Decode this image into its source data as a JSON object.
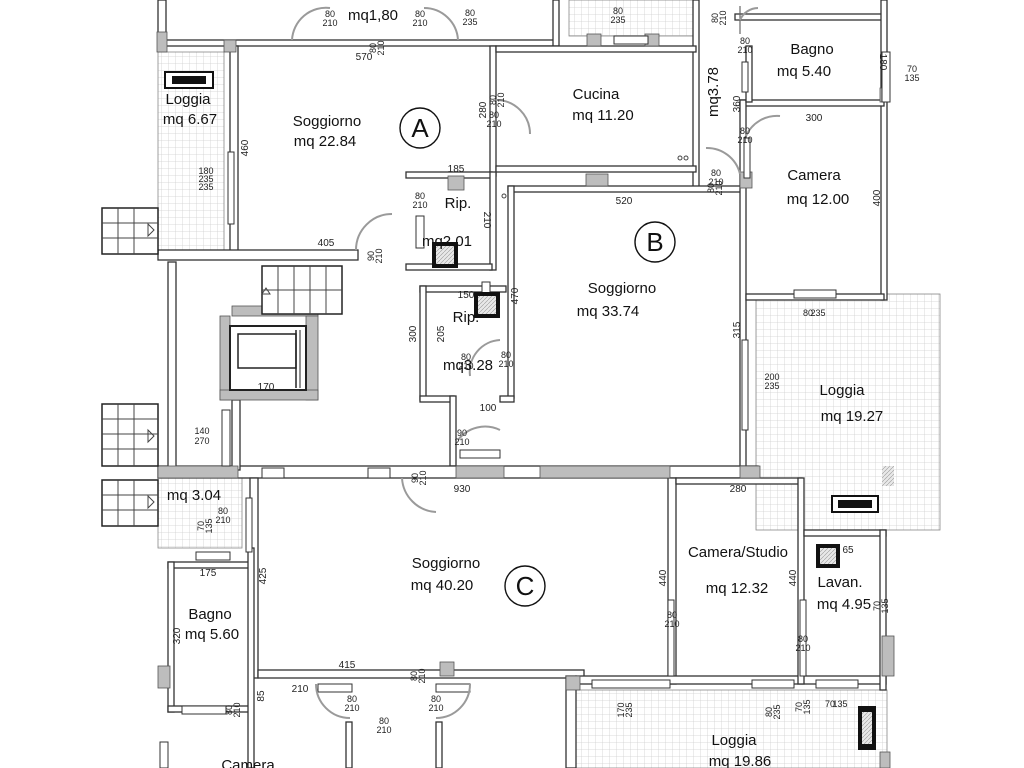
{
  "units": [
    "A",
    "B",
    "C"
  ],
  "rooms": [
    {
      "id": "r1",
      "name": "",
      "area": "mq1,80"
    },
    {
      "id": "r2",
      "name": "Loggia",
      "area": "mq 6.67"
    },
    {
      "id": "r3",
      "name": "Soggiorno",
      "area": "mq 22.84"
    },
    {
      "id": "r4",
      "name": "Cucina",
      "area": "mq 11.20"
    },
    {
      "id": "r5",
      "name": "Bagno",
      "area": "mq 5.40"
    },
    {
      "id": "r6",
      "name": "Camera",
      "area": "mq 12.00"
    },
    {
      "id": "r7",
      "name": "Rip.",
      "area": "mq2.01"
    },
    {
      "id": "r8",
      "name": "Soggiorno",
      "area": "mq 33.74"
    },
    {
      "id": "r9",
      "name": "Rip.",
      "area": "mq3.28"
    },
    {
      "id": "r10",
      "name": "Loggia",
      "area": "mq 19.27"
    },
    {
      "id": "r11",
      "name": "",
      "area": "mq 3.04"
    },
    {
      "id": "r12",
      "name": "Soggiorno",
      "area": "mq 40.20"
    },
    {
      "id": "r13",
      "name": "Camera/Studio",
      "area": "mq 12.32"
    },
    {
      "id": "r14",
      "name": "Lavan.",
      "area": "mq 4.95"
    },
    {
      "id": "r15",
      "name": "Bagno",
      "area": "mq 5.60"
    },
    {
      "id": "r16",
      "name": "Loggia",
      "area": "mq 19.86"
    },
    {
      "id": "r17",
      "name": "Camera",
      "area": ""
    }
  ],
  "corridor_label": "mq3.78",
  "dimensions": [
    "570",
    "280",
    "460",
    "405",
    "185",
    "210",
    "520",
    "470",
    "300",
    "205",
    "150",
    "170",
    "100",
    "140",
    "270",
    "930",
    "280",
    "440",
    "440",
    "425",
    "415",
    "175",
    "320",
    "85",
    "210",
    "300",
    "400",
    "315",
    "180",
    "235",
    "70",
    "135",
    "360",
    "65"
  ],
  "openings": [
    [
      "80",
      "210"
    ],
    [
      "80",
      "210"
    ],
    [
      "80",
      "210"
    ],
    [
      "80",
      "235"
    ],
    [
      "80",
      "210"
    ],
    [
      "80",
      "210"
    ],
    [
      "80",
      "210"
    ],
    [
      "80",
      "210"
    ],
    [
      "80",
      "210"
    ],
    [
      "80",
      "210"
    ],
    [
      "80",
      "210"
    ],
    [
      "90",
      "210"
    ],
    [
      "90",
      "210"
    ],
    [
      "90",
      "210"
    ],
    [
      "80",
      "210"
    ],
    [
      "80",
      "210"
    ],
    [
      "80",
      "210"
    ],
    [
      "80",
      "210"
    ],
    [
      "80",
      "210"
    ],
    [
      "80",
      "210"
    ],
    [
      "80",
      "210"
    ],
    [
      "80",
      "235"
    ],
    [
      "80",
      "235"
    ],
    [
      "80",
      "210"
    ],
    [
      "200",
      "235"
    ],
    [
      "180",
      "235"
    ],
    [
      "70",
      "135"
    ],
    [
      "70",
      "135"
    ],
    [
      "70",
      "135"
    ],
    [
      "170",
      "235"
    ],
    [
      "80",
      "235"
    ],
    [
      "80",
      "210"
    ],
    [
      "80",
      "210"
    ],
    [
      "70",
      "135"
    ],
    [
      "80",
      "210"
    ]
  ]
}
